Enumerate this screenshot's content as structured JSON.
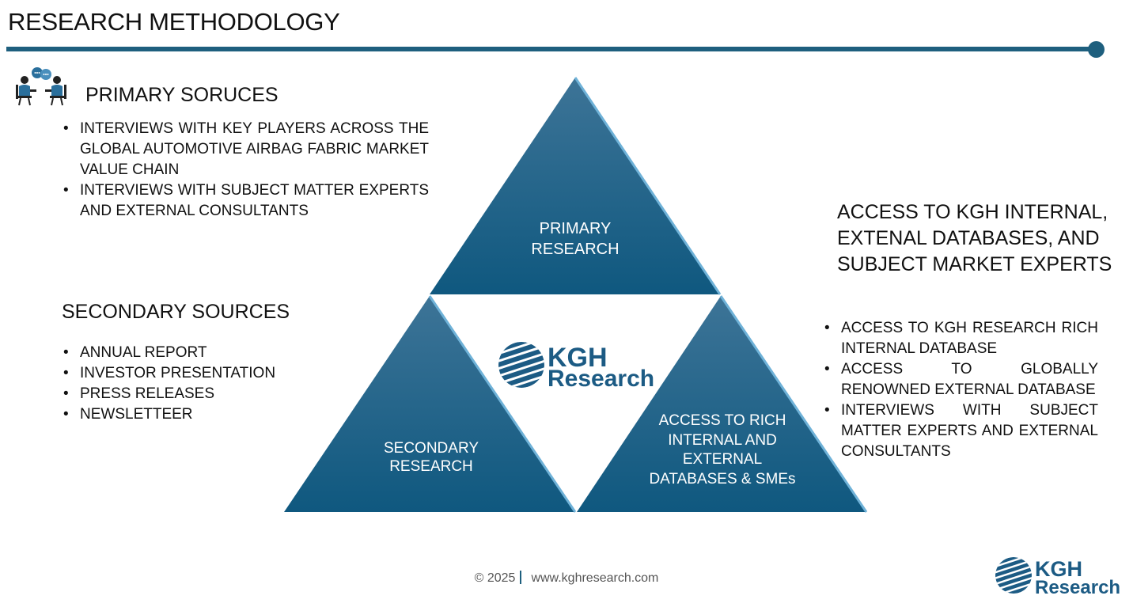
{
  "page": {
    "title": "RESEARCH METHODOLOGY"
  },
  "primary_sources": {
    "heading": "PRIMARY SORUCES",
    "items": [
      "INTERVIEWS WITH KEY PLAYERS ACROSS THE GLOBAL AUTOMOTIVE AIRBAG FABRIC MARKET VALUE CHAIN",
      "INTERVIEWS WITH SUBJECT MATTER EXPERTS AND EXTERNAL CONSULTANTS"
    ]
  },
  "secondary_sources": {
    "heading": "SECONDARY SOURCES",
    "items": [
      "ANNUAL REPORT",
      "INVESTOR PRESENTATION",
      "PRESS RELEASES",
      "NEWSLETTEER"
    ]
  },
  "access": {
    "heading": "ACCESS TO KGH INTERNAL, EXTENAL DATABASES, AND SUBJECT MARKET EXPERTS",
    "items": [
      "ACCESS TO KGH RESEARCH RICH INTERNAL DATABASE",
      "ACCESS TO GLOBALLY RENOWNED EXTERNAL DATABASE",
      "INTERVIEWS WITH SUBJECT MATTER EXPERTS AND EXTERNAL CONSULTANTS"
    ]
  },
  "pyramid": {
    "primary_label": "PRIMARY RESEARCH",
    "secondary_label": "SECONDARY RESEARCH",
    "access_label": "ACCESS TO RICH INTERNAL AND EXTERNAL DATABASES & SMEs",
    "colors": {
      "top": "#3d7497",
      "bottom": "#0f587f",
      "edge": "#6fb2d8"
    }
  },
  "logo": {
    "line1": "KGH",
    "line2": "Research",
    "color": "#1c5b84"
  },
  "footer": {
    "copyright": "© 2025",
    "website": "www.kghresearch.com"
  },
  "icons": {
    "meeting": "meeting-people-icon",
    "globe": "striped-globe-icon"
  }
}
